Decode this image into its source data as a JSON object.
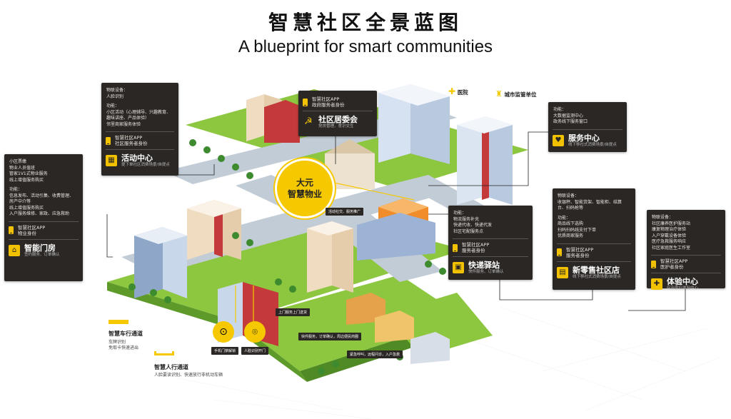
{
  "title": "智慧社区全景蓝图",
  "subtitle": "A blueprint for smart communities",
  "top_labels": {
    "hospital": "医院",
    "city_mgmt": "城市监管单位"
  },
  "center_badge": "大元\n智慧物业",
  "panels": {
    "activity": {
      "groups": [
        "物联设备：\n人脸识别",
        "功能：\n小区活动（心理辅导、兴趣教育、\n趣味讲座、产品体验）\n邻里商家服务体验"
      ],
      "app": [
        "智慧社区APP",
        "社区服务者身份"
      ],
      "category": "活动中心",
      "category_sub": "提下单社区消费场景/自提点",
      "icon": "building-icon"
    },
    "gate": {
      "groups": [
        "小区票缴\n物业人员值班\n管家1V1式物业服务\n线上增值服务购买",
        "功能：\n信息发布、活动引集、收费管理、\n房产中介等\n线上增值服务购买\n入户服务维修、家政、应急救助"
      ],
      "app": [
        "智慧社区APP",
        "物业身份"
      ],
      "category": "智能门房",
      "category_sub": "签约服务、订单确认"
    },
    "committee": {
      "app": [
        "智慧社区APP",
        "政府服务者身份"
      ],
      "category": "社区居委会",
      "category_sub": "党员管理、意识交互"
    },
    "service_center": {
      "groups": [
        "功能：\n大数据监测中心\n政务线下服务窗口"
      ],
      "category": "服务中心",
      "category_sub": "线下移社式消费场景/自提点"
    },
    "express": {
      "groups": [
        "功能：\n物流服务补充\n快递代收、快递代发\n社区宅配服务点"
      ],
      "app": [
        "智慧社区APP",
        "服务者身份"
      ],
      "category": "快递驿站",
      "category_sub": "快件服务、订单确认"
    },
    "retail": {
      "groups": [
        "物联设备：\n收银秤、智能货架、智能柜、结算\n台、扫码枪等",
        "功能：\n商品线下选购\n扫码扫码线支付下单\n优质商家服务"
      ],
      "app": [
        "智慧社区APP",
        "服务者身份"
      ],
      "category": "新零售社区店",
      "category_sub": "线下移社式消费场景/自提点"
    },
    "health": {
      "groups": [
        "物联设备：\n社区康养医护服务站\n康复物理治疗体验\n入户穿戴设备体验\n医疗急救服务响应\n社区家庭医生工作室"
      ],
      "app": [
        "智慧社区APP",
        "医护者身份"
      ],
      "category": "体验中心",
      "category_sub": "综合医疗体验中心"
    }
  },
  "tags": {
    "activity_service": "活动社交、服务推广",
    "home_service": "上门服务上门送货",
    "express_order": "快件服务，订单确认，周边便民商圈",
    "emergency": "紧急呼叫，远程问诊，入户急救"
  },
  "features": {
    "face_access": "手机门禁解锁",
    "face_door": "人脸识别开门"
  },
  "legend": {
    "vehicle": {
      "label": "智慧车行通道",
      "desc": "车牌识别\n免取卡快速进出"
    },
    "pedestrian": {
      "label": "智慧人行通道",
      "desc": "人脸要读识别、快速放行非机动车辆"
    }
  },
  "colors": {
    "accent": "#f5c800",
    "panel": "#2b2725",
    "ground": "#8bc34a",
    "road": "#b9c3cf"
  }
}
